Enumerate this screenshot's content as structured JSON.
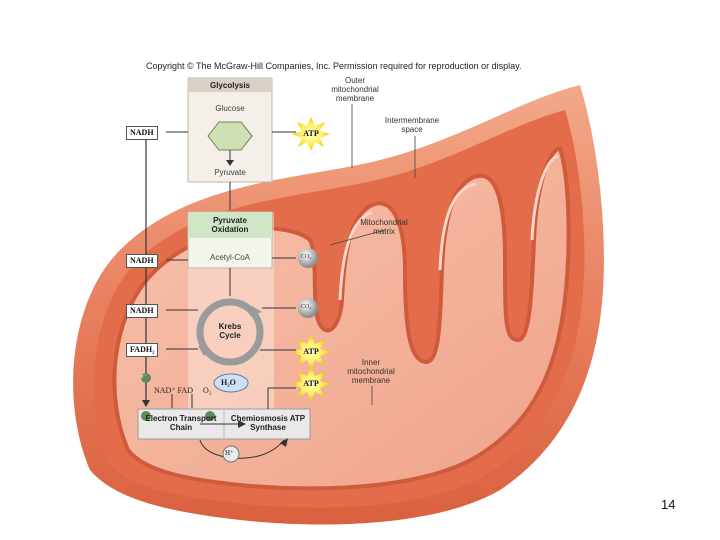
{
  "copyright": "Copyright © The McGraw-Hill Companies, Inc. Permission required for reproduction or display.",
  "labels": {
    "outer_membrane": "Outer mitochondrial membrane",
    "intermembrane_space": "Intermembrane space",
    "matrix": "Mitochondrial matrix",
    "inner_membrane": "Inner mitochondrial membrane"
  },
  "stages": {
    "glycolysis": {
      "title": "Glycolysis",
      "input": "Glucose",
      "output": "Pyruvate"
    },
    "pyruvate_oxidation": {
      "title": "Pyruvate Oxidation",
      "output": "Acetyl-CoA"
    },
    "krebs": {
      "title": "Krebs Cycle"
    },
    "etc": {
      "title": "Electron Transport Chain"
    },
    "chemiosmosis": {
      "title": "Chemiosmosis ATP Synthase"
    }
  },
  "carriers": {
    "nadh_1": "NADH",
    "nadh_2": "NADH",
    "nadh_3": "NADH",
    "fadh2": "FADH₂",
    "nad_fad": "NAD⁺  FAD",
    "o2": "O₂",
    "h2o": "H₂O",
    "h_plus": "H⁺",
    "electron": "e⁻"
  },
  "atp": [
    "ATP",
    "ATP",
    "ATP"
  ],
  "co2": [
    "CO₂",
    "CO₂"
  ],
  "page_number": "14"
}
